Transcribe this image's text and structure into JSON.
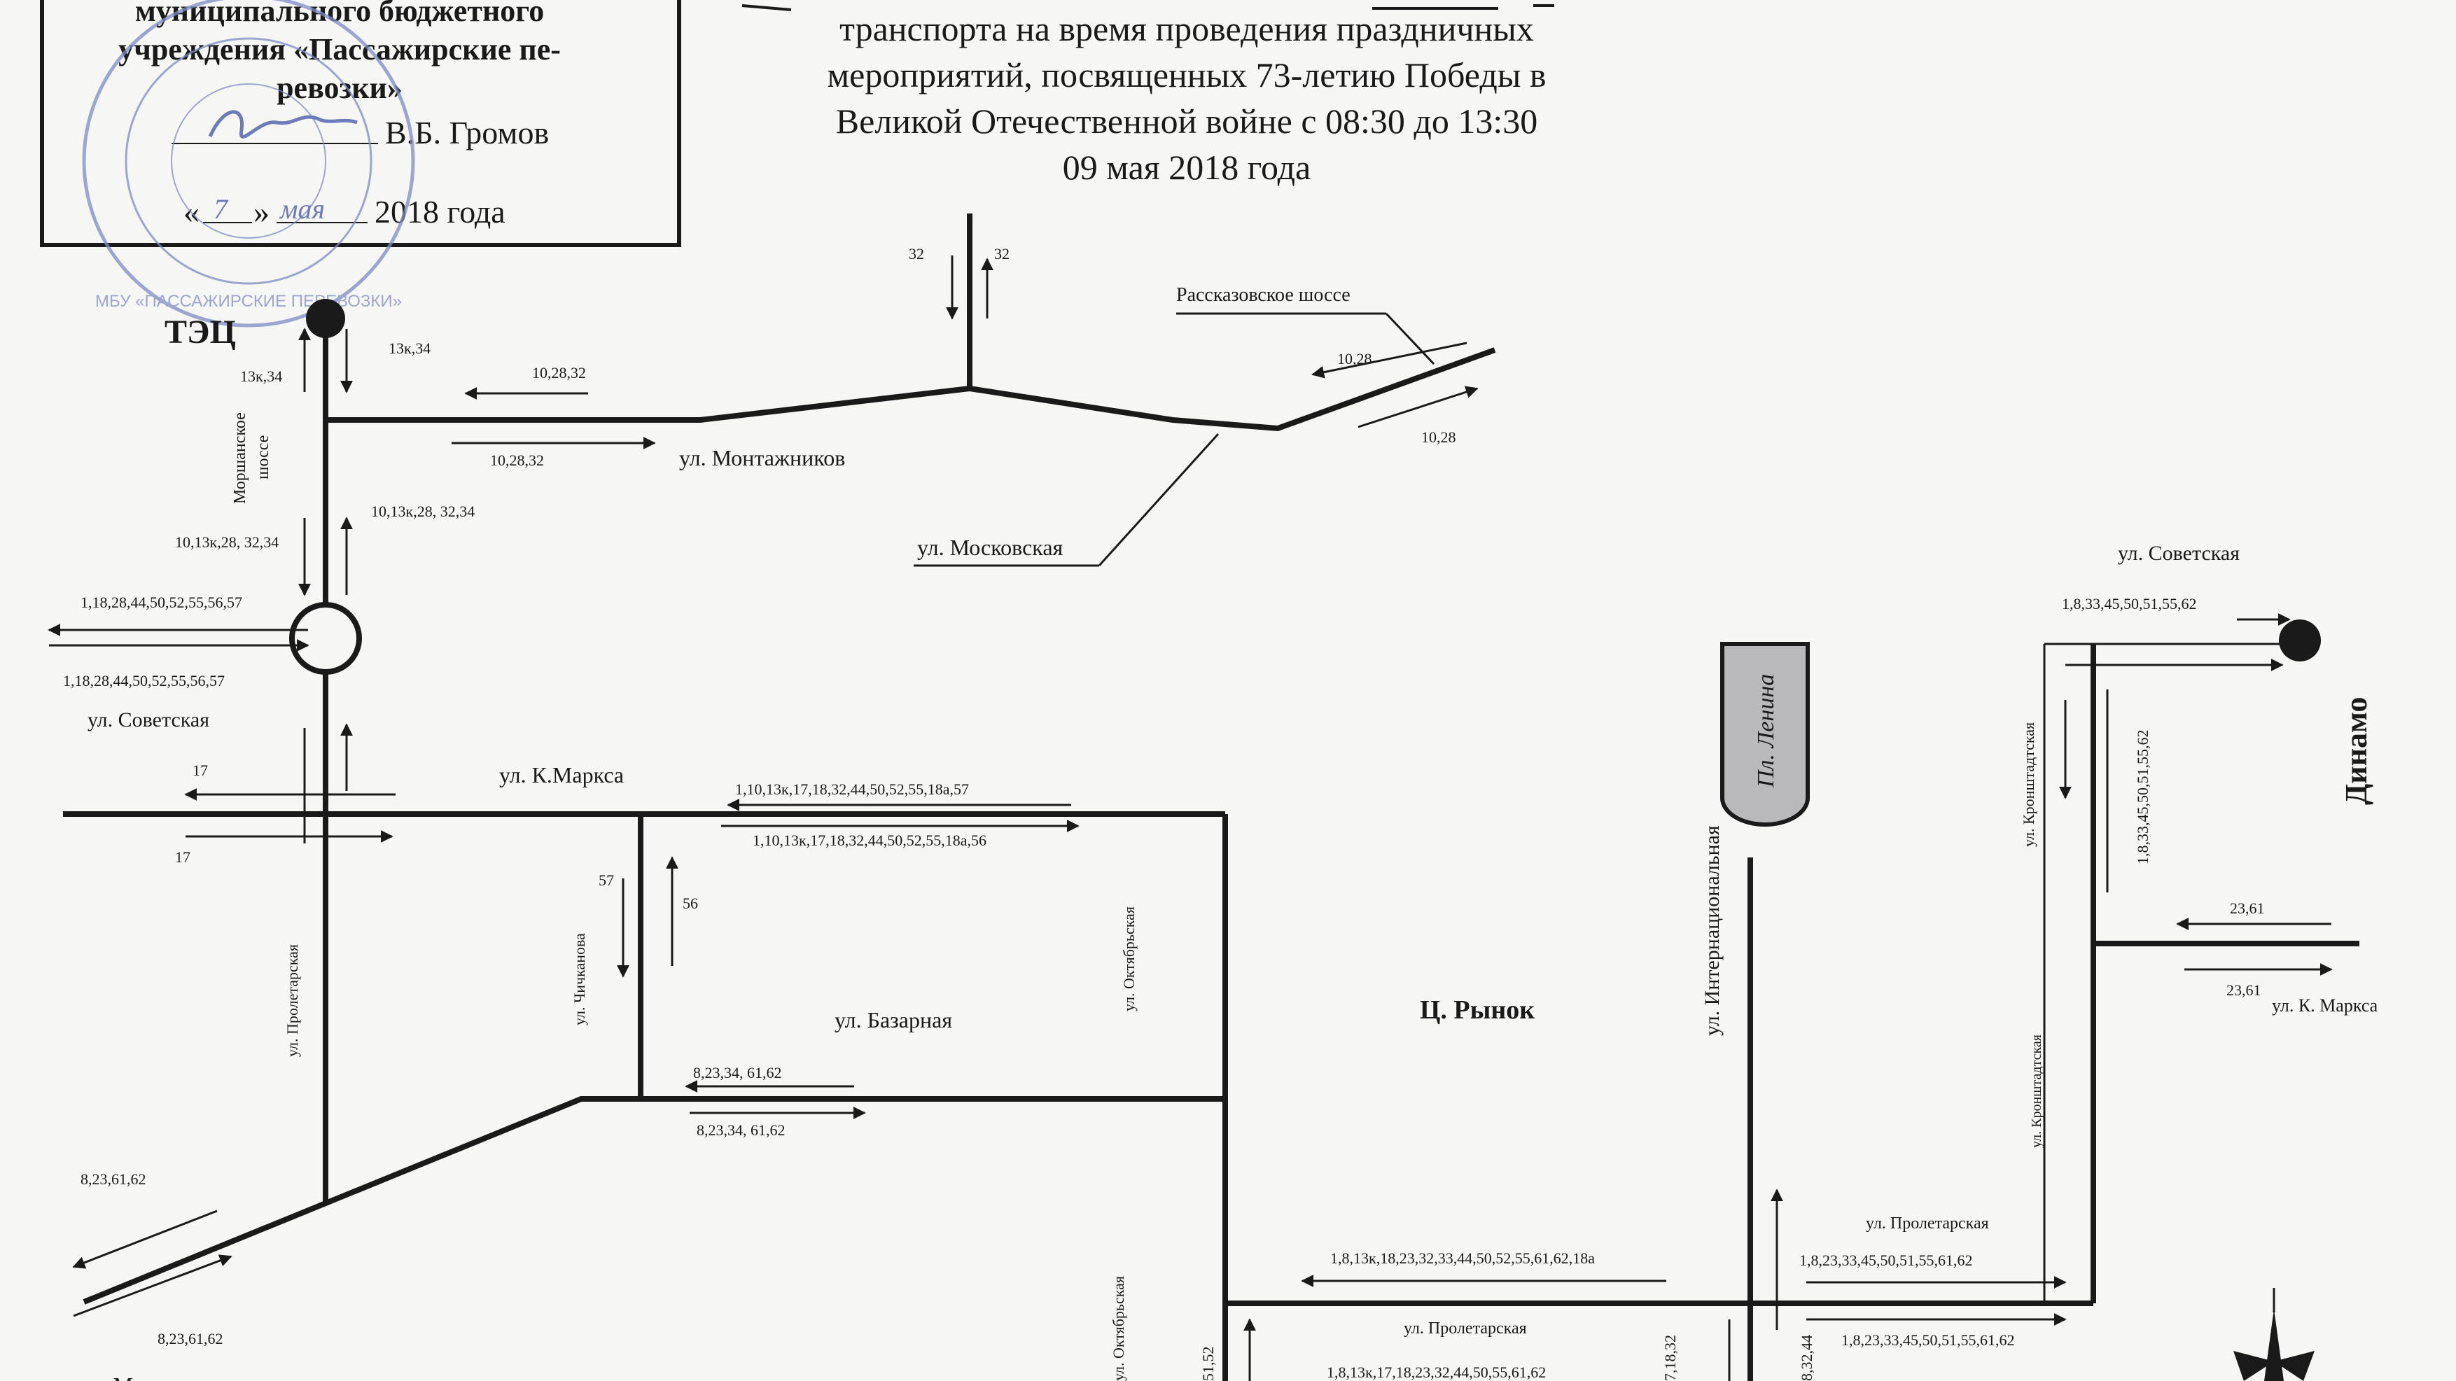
{
  "approval": {
    "line1": "муниципального бюджетного",
    "line2": "учреждения «Пассажирские пе-",
    "line3": "ревозки»",
    "name": "В.Б. Громов",
    "date_open": "«",
    "date_mid": "»",
    "date_year": "2018 года",
    "handwritten_day": "7",
    "handwritten_month": "мая",
    "seal_text": "МБУ «ПАССАЖИРСКИЕ ПЕРЕВОЗКИ»"
  },
  "title": {
    "line1": "транспорта на время проведения  праздничных",
    "line2": "мероприятий, посвященных 73-летию Победы в",
    "line3": "Великой Отечественной войне с 08:30 до 13:30",
    "line4": "09 мая 2018 года"
  },
  "stops": {
    "tets": "ТЭЦ",
    "dinamo": "Динамо",
    "pl_lenina": "Пл. Ленина",
    "ts_rynok": "Ц. Рынок"
  },
  "streets": {
    "montazhnikov": "ул. Монтажников",
    "moskovskaya": "ул. Московская",
    "rasskazovskoe": "Рассказовское шоссе",
    "morshanskoe_1": "Моршанское",
    "morshanskoe_2": "шоссе",
    "sovetskaya_left": "ул. Советская",
    "sovetskaya_right": "ул. Советская",
    "k_marksa": "ул. К.Маркса",
    "chichkanova": "ул. Чичканова",
    "bazarnaya": "ул. Базарная",
    "oktyabrskaya": "ул. Октябрьская",
    "oktyabrskaya_bottom": "ул. Октябрьская",
    "proletarskaya_left": "ул. Пролетарская",
    "internatsionalnaya": "ул. Интернациональная",
    "kronshtadtskaya_top": "ул. Кронштадтская",
    "kronshtadtskaya_low": "ул. Кронштадтская",
    "k_marksa_right": "ул. К. Маркса",
    "proletarskaya_right": "ул. Пролетарская",
    "proletarskaya_bottom": "ул. Пролетарская",
    "munitsipalnaya": "ул. Мичуринская"
  },
  "routes": {
    "r32_down": "32",
    "r32_up": "32",
    "r13k34_a": "13к,34",
    "r13k34_b": "13к,34",
    "r102832_top": "10,28,32",
    "r102832_bottom": "10,28,32",
    "r1028_top": "10,28",
    "r1028_bottom": "10,28",
    "r_morsh_up": "10,13к,28, 32,34",
    "r_morsh_down": "10,13к,28, 32,34",
    "r_sov_top": "1,18,28,44,50,52,55,56,57",
    "r_sov_bottom": "1,18,28,44,50,52,55,56,57",
    "r17_top": "17",
    "r17_bottom": "17",
    "r_km_top": "1,10,13к,17,18,32,44,50,52,55,18а,57",
    "r_km_bottom": "1,10,13к,17,18,32,44,50,52,55,18а,56",
    "r57": "57",
    "r56": "56",
    "r_baz_top": "8,23,34, 61,62",
    "r_baz_bottom": "8,23,34, 61,62",
    "r_sw_top": "8,23,61,62",
    "r_sw_bottom": "8,23,61,62",
    "r_dinamo_top": "1,8,33,45,50,51,55,62",
    "r_dinamo_vert": "1,8,33,45,50,51,55,62",
    "r2361_top": "23,61",
    "r2361_bottom": "23,61",
    "r_prol_left_top": "1,8,13к,18,23,32,33,44,50,52,55,61,62,18а",
    "r_prol_right_top": "1,8,23,33,45,50,51,55,61,62",
    "r_prol_right_bottom": "1,8,23,33,45,50,51,55,61,62",
    "r_prol_left_bottom": "1,8,13к,17,18,23,32,44,50,55,61,62",
    "r_bottom_v1": "51,52",
    "r_bottom_v2": "7,18,32",
    "r_bottom_v3": "8,32,44"
  },
  "colors": {
    "ink": "#1a1a1a",
    "paper": "#f6f6f4",
    "stamp": "#7d8cc4",
    "pl_lenina_fill": "#b9b9bc"
  }
}
